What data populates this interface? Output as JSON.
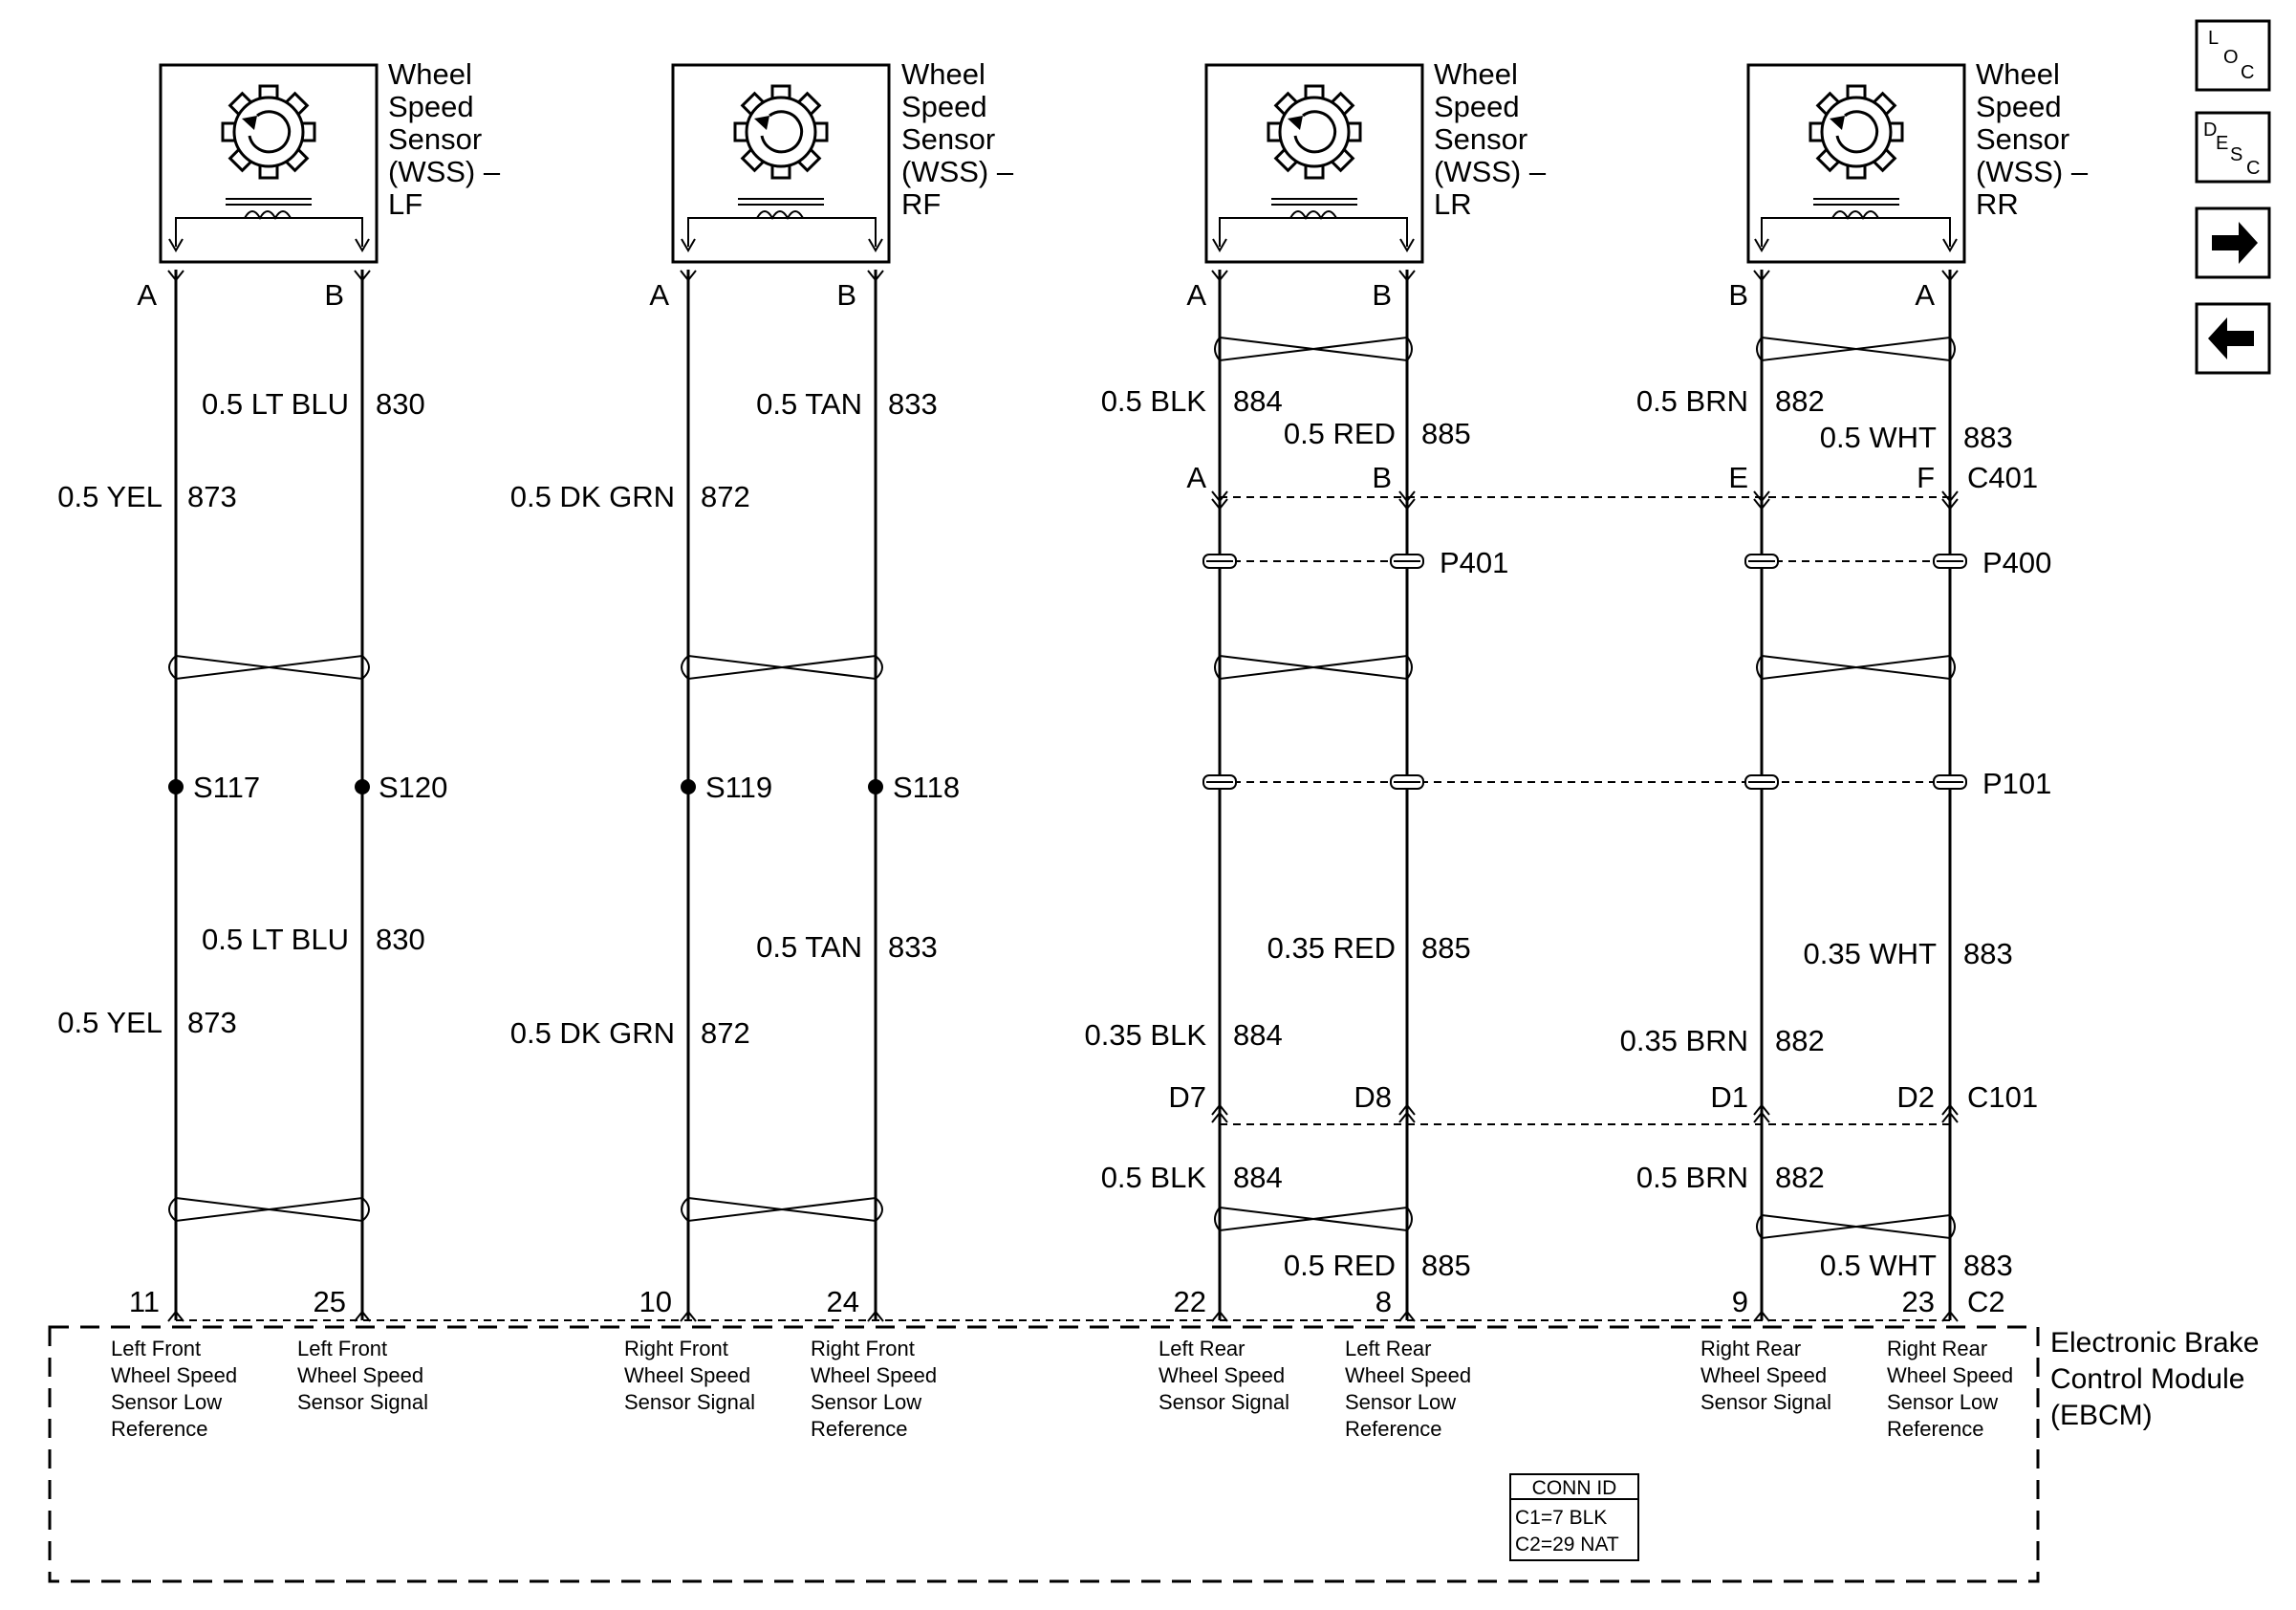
{
  "sensors": [
    {
      "title": [
        "Wheel",
        "Speed",
        "Sensor",
        "(WSS) –",
        "LF"
      ],
      "pin_left": "A",
      "pin_right": "B"
    },
    {
      "title": [
        "Wheel",
        "Speed",
        "Sensor",
        "(WSS) –",
        "RF"
      ],
      "pin_left": "A",
      "pin_right": "B"
    },
    {
      "title": [
        "Wheel",
        "Speed",
        "Sensor",
        "(WSS) –",
        "LR"
      ],
      "pin_left": "A",
      "pin_right": "B"
    },
    {
      "title": [
        "Wheel",
        "Speed",
        "Sensor",
        "(WSS) –",
        "RR"
      ],
      "pin_left": "B",
      "pin_right": "A"
    }
  ],
  "wires": {
    "lf_873": {
      "color": "0.5 YEL",
      "circuit": "873"
    },
    "lf_830": {
      "color": "0.5 LT BLU",
      "circuit": "830"
    },
    "lf_873_low": {
      "color": "0.5 YEL",
      "circuit": "873"
    },
    "lf_830_low": {
      "color": "0.5 LT BLU",
      "circuit": "830"
    },
    "rf_872": {
      "color": "0.5 DK GRN",
      "circuit": "872"
    },
    "rf_833": {
      "color": "0.5 TAN",
      "circuit": "833"
    },
    "rf_872_low": {
      "color": "0.5 DK GRN",
      "circuit": "872"
    },
    "rf_833_low": {
      "color": "0.5 TAN",
      "circuit": "833"
    },
    "lr_884": {
      "color": "0.5 BLK",
      "circuit": "884"
    },
    "lr_885": {
      "color": "0.5 RED",
      "circuit": "885"
    },
    "lr_884_mid": {
      "color": "0.35 BLK",
      "circuit": "884"
    },
    "lr_885_mid": {
      "color": "0.35 RED",
      "circuit": "885"
    },
    "lr_884_low": {
      "color": "0.5 BLK",
      "circuit": "884"
    },
    "lr_885_low": {
      "color": "0.5 RED",
      "circuit": "885"
    },
    "rr_882": {
      "color": "0.5 BRN",
      "circuit": "882"
    },
    "rr_883": {
      "color": "0.5 WHT",
      "circuit": "883"
    },
    "rr_882_mid": {
      "color": "0.35 BRN",
      "circuit": "882"
    },
    "rr_883_mid": {
      "color": "0.35 WHT",
      "circuit": "883"
    },
    "rr_882_low": {
      "color": "0.5 BRN",
      "circuit": "882"
    },
    "rr_883_low": {
      "color": "0.5 WHT",
      "circuit": "883"
    }
  },
  "connector_c401": {
    "name": "C401",
    "pins": [
      "A",
      "B",
      "E",
      "F"
    ]
  },
  "connector_c101": {
    "name": "C101",
    "pins": [
      "D7",
      "D8",
      "D1",
      "D2"
    ]
  },
  "connector_c2": {
    "name": "C2",
    "pins": [
      "11",
      "25",
      "10",
      "24",
      "22",
      "8",
      "9",
      "23"
    ]
  },
  "splices": [
    "S117",
    "S120",
    "S119",
    "S118"
  ],
  "pass_throughs": {
    "p401": "P401",
    "p400": "P400",
    "p101": "P101"
  },
  "module": {
    "name_lines": [
      "Electronic Brake",
      "Control Module",
      "(EBCM)"
    ],
    "terminals": [
      [
        "Left Front",
        "Wheel Speed",
        "Sensor Low",
        "Reference"
      ],
      [
        "Left Front",
        "Wheel Speed",
        "Sensor Signal"
      ],
      [
        "Right Front",
        "Wheel Speed",
        "Sensor Signal"
      ],
      [
        "Right Front",
        "Wheel Speed",
        "Sensor Low",
        "Reference"
      ],
      [
        "Left Rear",
        "Wheel Speed",
        "Sensor Signal"
      ],
      [
        "Left Rear",
        "Wheel Speed",
        "Sensor Low",
        "Reference"
      ],
      [
        "Right Rear",
        "Wheel Speed",
        "Sensor Signal"
      ],
      [
        "Right Rear",
        "Wheel Speed",
        "Sensor Low",
        "Reference"
      ]
    ],
    "conn_id": {
      "title": "CONN ID",
      "lines": [
        "C1=7 BLK",
        "C2=29 NAT"
      ]
    }
  },
  "nav": {
    "loc": {
      "a": "L",
      "b": "O",
      "c": "C"
    },
    "desc": {
      "a": "D",
      "b": "E",
      "c": "S",
      "d": "C"
    },
    "forward_icon": "arrow-right-icon",
    "back_icon": "arrow-left-icon"
  }
}
